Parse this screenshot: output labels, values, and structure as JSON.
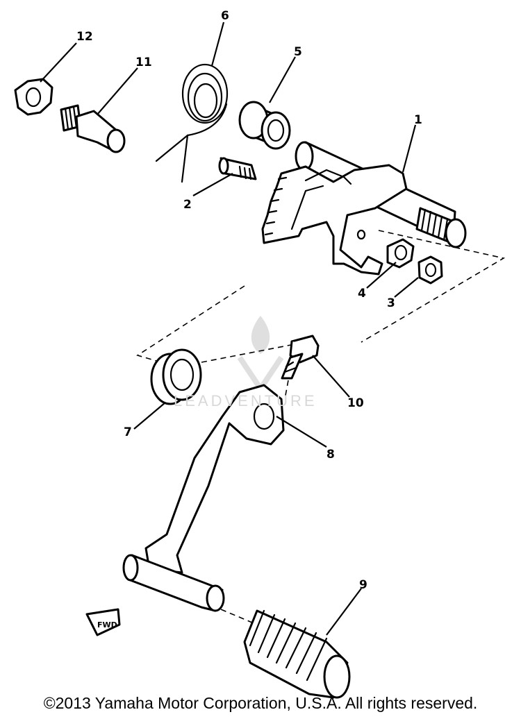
{
  "labels": {
    "p1": "1",
    "p2": "2",
    "p3": "3",
    "p4": "4",
    "p5": "5",
    "p6": "6",
    "p7": "7",
    "p8": "8",
    "p9": "9",
    "p10": "10",
    "p11": "11",
    "p12": "12"
  },
  "fwd_label": "FWD",
  "watermark": "LEADVENTURE",
  "copyright": "©2013 Yamaha Motor Corporation, U.S.A. All rights reserved."
}
